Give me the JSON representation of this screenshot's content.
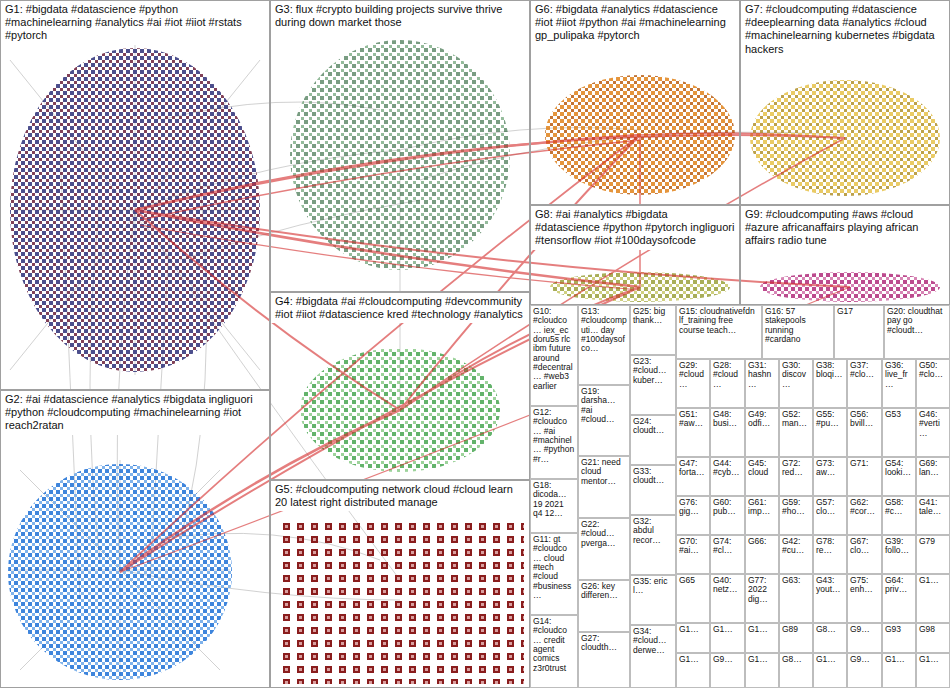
{
  "diagram": {
    "nodes": [
      {
        "text": [
          "G1: #bigdata #datascience #python #machinelearning #analytics #ai #iot #iiot #rstats #pytorch"
        ]
      },
      {
        "text": [
          "G3: flux #crypto building projects survive thrive during down market those"
        ]
      },
      {
        "text": [
          "G6: #bigdata #analytics #datascience #iot #iiot #python #ai #machinelearning gp_pulipaka #pytorch"
        ]
      },
      {
        "text": [
          "G7: #cloudcomputing #datascience #deeplearning data #analytics #cloud #machinelearning kubernetes #bigdata hackers"
        ]
      },
      {
        "text": [
          "G8: #ai #analytics #bigdata #datascience #python #pytorch ingliguori #tensorflow #iot #100daysofcode"
        ]
      },
      {
        "text": [
          "G9: #cloudcomputing #aws #cloud #azure africanaffairs playing african affairs radio tune"
        ]
      },
      {
        "text": [
          "G4: #bigdata #ai #cloudcomputing #devcommunity #iot #iiot #datascience kred #technology #analytics"
        ]
      },
      {
        "text": [
          "G2: #ai #datascience #analytics #bigdata ingliguori #python #cloudcomputing #machinelearning #iot reach2ratan"
        ]
      },
      {
        "text": [
          "G5: #cloudcomputing network cloud #cloud learn 20 latest right distributed manage"
        ]
      },
      {
        "text": [
          "G10: #cloudco… iex_ec doru5s rlc ibm future around #decentral… #web3 earlier"
        ]
      },
      {
        "text": [
          "G12: #cloudco… #ai #machinel… #python #r…"
        ]
      },
      {
        "text": [
          "G18: dicoda… 19 2021 q4 12…"
        ]
      },
      {
        "text": [
          "G11: gt #cloudco… cloud #tech #cloud #business…"
        ]
      },
      {
        "text": [
          "G14: #cloudco… credit agent comics z3r0trust"
        ]
      },
      {
        "text": [
          "G13: #cloudcomputi… day #100daysofco…"
        ]
      },
      {
        "text": [
          "G19: darsha… #ai #cloud…"
        ]
      },
      {
        "text": [
          "G21: need cloud mentor…"
        ]
      },
      {
        "text": [
          "G22: #cloud… pverga…"
        ]
      },
      {
        "text": [
          "G26: key differen…"
        ]
      },
      {
        "text": [
          "G27: cloudth…"
        ]
      },
      {
        "text": [
          "G25: big thank…"
        ]
      },
      {
        "text": [
          "G23: #cloud… kuber…"
        ]
      },
      {
        "text": [
          "G24: cloudt…"
        ]
      },
      {
        "text": [
          "G33: cloudt…"
        ]
      },
      {
        "text": [
          "G32: abdul recor…"
        ]
      },
      {
        "text": [
          "G35: eric l…"
        ]
      },
      {
        "text": [
          "G34: #cloud… derwe…"
        ]
      },
      {
        "text": [
          "G15: cloudnativefdn lf_training free course teach…"
        ]
      },
      {
        "text": [
          "G16: 57 stakepools running #cardano"
        ]
      },
      {
        "text": [
          "G17"
        ]
      },
      {
        "text": [
          "G20: cloudthat pay go #cloudt…"
        ]
      },
      {
        "text": [
          "G29: #cloud…"
        ]
      },
      {
        "text": [
          "G28: #cloud…"
        ]
      },
      {
        "text": [
          "G31: hashn…"
        ]
      },
      {
        "text": [
          "G30: discov…"
        ]
      },
      {
        "text": [
          "G38: bloqi…"
        ]
      },
      {
        "text": [
          "G37: #clo…"
        ]
      },
      {
        "text": [
          "G36: live_fr…"
        ]
      },
      {
        "text": [
          "G50: #clo…"
        ]
      },
      {
        "text": [
          "G51: #aw…"
        ]
      },
      {
        "text": [
          "G48: busi…"
        ]
      },
      {
        "text": [
          "G49: odfi…"
        ]
      },
      {
        "text": [
          "G52: man…"
        ]
      },
      {
        "text": [
          "G55: #pu…"
        ]
      },
      {
        "text": [
          "G56: bvill…"
        ]
      },
      {
        "text": [
          "G53"
        ]
      },
      {
        "text": [
          "G46: #verti…"
        ]
      },
      {
        "text": [
          "G47: forta…"
        ]
      },
      {
        "text": [
          "G44: #cyb…"
        ]
      },
      {
        "text": [
          "G45: cloud"
        ]
      },
      {
        "text": [
          "G72: red…"
        ]
      },
      {
        "text": [
          "G73: aw…"
        ]
      },
      {
        "text": [
          "G71:"
        ]
      },
      {
        "text": [
          "G54: looki…"
        ]
      },
      {
        "text": [
          "G69: lan…"
        ]
      },
      {
        "text": [
          "G76: gig…"
        ]
      },
      {
        "text": [
          "G60: pub…"
        ]
      },
      {
        "text": [
          "G61: imp…"
        ]
      },
      {
        "text": [
          "G59: #ho…"
        ]
      },
      {
        "text": [
          "G57: clo…"
        ]
      },
      {
        "text": [
          "G62: #cor…"
        ]
      },
      {
        "text": [
          "G58: #c…"
        ]
      },
      {
        "text": [
          "G41: tale…"
        ]
      },
      {
        "text": [
          "G70: #ai…"
        ]
      },
      {
        "text": [
          "G74: #cl…"
        ]
      },
      {
        "text": [
          "G66:"
        ]
      },
      {
        "text": [
          "G42: #cu…"
        ]
      },
      {
        "text": [
          "G78: re…"
        ]
      },
      {
        "text": [
          "G67: clo…"
        ]
      },
      {
        "text": [
          "G39: follo…"
        ]
      },
      {
        "text": [
          "G79"
        ]
      },
      {
        "text": [
          "G65"
        ]
      },
      {
        "text": [
          "G40: netz…"
        ]
      },
      {
        "text": [
          "G77: 2022 dig…"
        ]
      },
      {
        "text": [
          "G63:"
        ]
      },
      {
        "text": [
          "G43: yout…"
        ]
      },
      {
        "text": [
          "G75: enh…"
        ]
      },
      {
        "text": [
          "G64: priv…"
        ]
      },
      {
        "text": [
          "G1…"
        ]
      },
      {
        "text": [
          "G1…"
        ]
      },
      {
        "text": [
          "G1…"
        ]
      },
      {
        "text": [
          "G1…"
        ]
      },
      {
        "text": [
          "G89"
        ]
      },
      {
        "text": [
          "G8…"
        ]
      },
      {
        "text": [
          "G9…"
        ]
      },
      {
        "text": [
          "G93"
        ]
      },
      {
        "text": [
          "G98"
        ]
      },
      {
        "text": [
          "G1…"
        ]
      },
      {
        "text": [
          "G9…"
        ]
      },
      {
        "text": [
          "G1…"
        ]
      },
      {
        "text": [
          "G8…"
        ]
      },
      {
        "text": [
          "G1…"
        ]
      },
      {
        "text": [
          "G9…"
        ]
      },
      {
        "text": [
          "G1…"
        ]
      },
      {
        "text": [
          "G1…"
        ]
      }
    ]
  }
}
